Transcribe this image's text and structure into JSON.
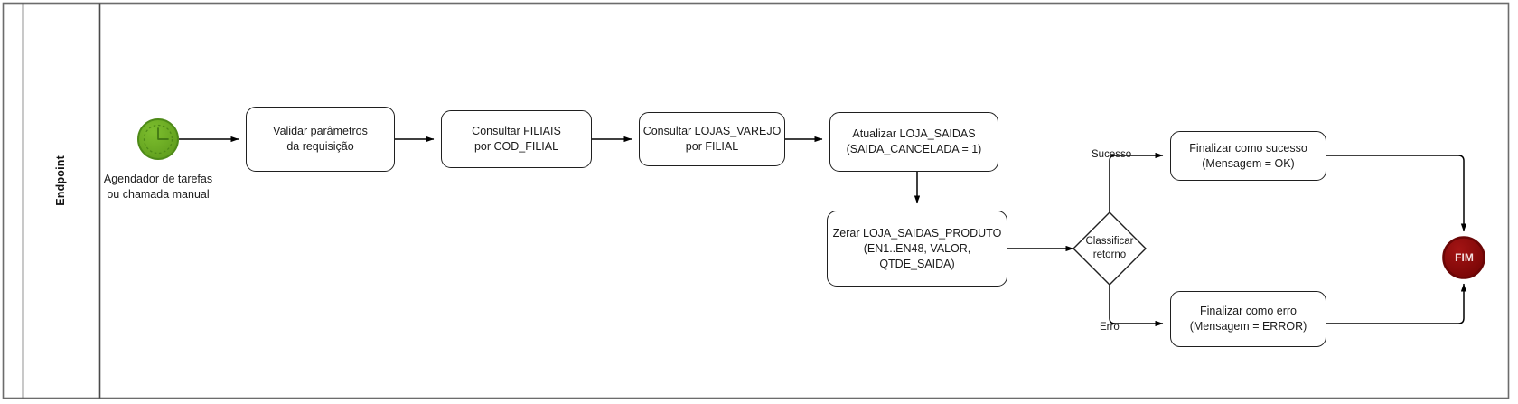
{
  "diagram": {
    "type": "bpmn-flowchart",
    "pool": {
      "lane_label": "Endpoint"
    },
    "colors": {
      "start_event_fill": "#66AA22",
      "start_event_stroke": "#4E8A18",
      "end_event_fill": "#8E0B0B",
      "end_event_stroke": "#6B0606",
      "end_event_text": "#F2DEDE",
      "shape_stroke": "#1F1F1F",
      "shape_fill": "#FFFFFF",
      "connector": "#000000",
      "pool_border": "#6C6C6C",
      "text": "#1A1A1A"
    },
    "start_event": {
      "icon": "clock-icon",
      "caption": "Agendador de tarefas\nou chamada manual"
    },
    "tasks": [
      {
        "id": "validar",
        "label": "Validar parâmetros\nda requisição"
      },
      {
        "id": "filiais",
        "label": "Consultar FILIAIS\npor COD_FILIAL"
      },
      {
        "id": "varejo",
        "label": "Consultar LOJAS_VAREJO\npor FILIAL"
      },
      {
        "id": "atualizar",
        "label": "Atualizar LOJA_SAIDAS\n(SAIDA_CANCELADA = 1)"
      },
      {
        "id": "zerar",
        "label": "Zerar LOJA_SAIDAS_PRODUTO\n(EN1..EN48, VALOR, QTDE_SAIDA)"
      },
      {
        "id": "sucesso",
        "label": "Finalizar como sucesso\n(Mensagem = OK)"
      },
      {
        "id": "erro",
        "label": "Finalizar como erro\n(Mensagem = ERROR)"
      }
    ],
    "gateway": {
      "id": "classificar",
      "label": "Classificar\nretorno"
    },
    "edge_labels": [
      {
        "id": "sucesso-branch",
        "text": "Sucesso"
      },
      {
        "id": "erro-branch",
        "text": "Erro"
      }
    ],
    "end_event": {
      "label": "FIM"
    }
  }
}
